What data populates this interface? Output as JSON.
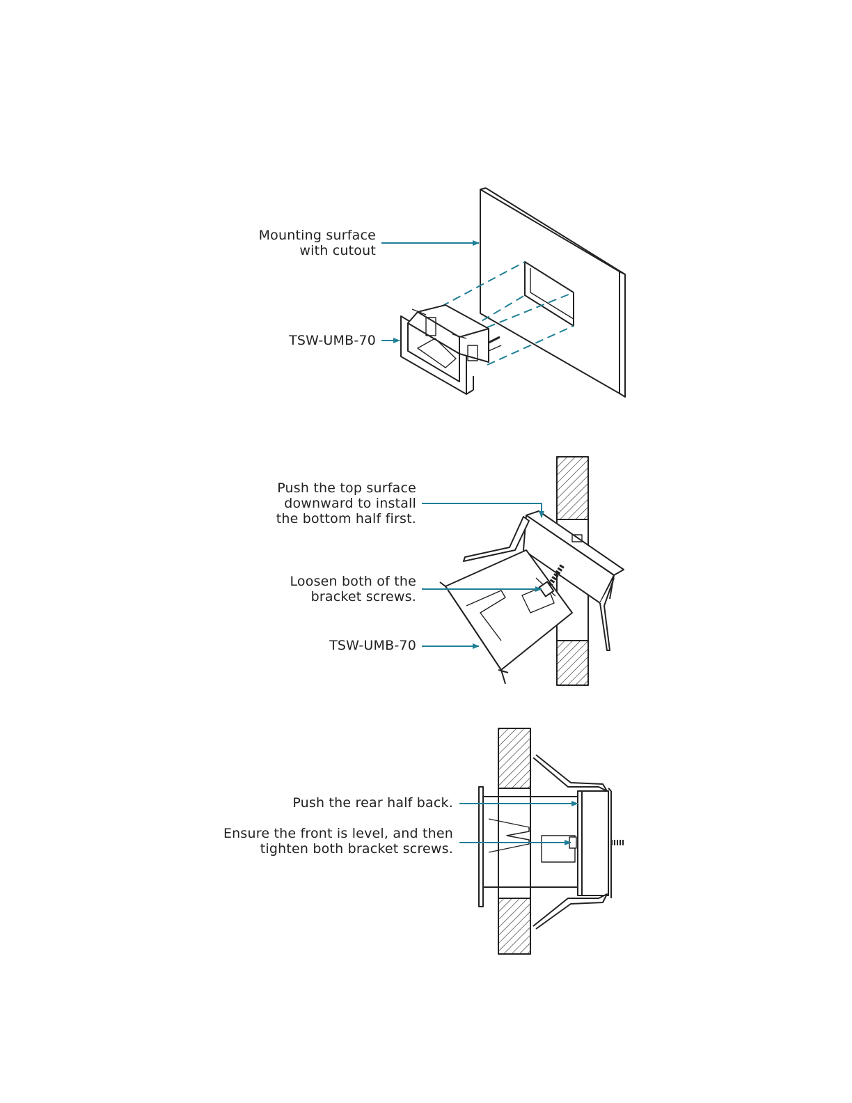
{
  "colors": {
    "line": "#222222",
    "callout": "#1f7f96",
    "background": "#ffffff"
  },
  "figure1": {
    "label_surface": [
      "Mounting surface",
      "with cutout"
    ],
    "label_bracket": "TSW-UMB-70"
  },
  "figure2": {
    "label_push": [
      "Push the top surface",
      "downward to install",
      "the bottom half first."
    ],
    "label_loosen": [
      "Loosen both of the",
      "bracket screws."
    ],
    "label_bracket": "TSW-UMB-70"
  },
  "figure3": {
    "label_push_rear": "Push the rear half back.",
    "label_ensure": [
      "Ensure the front is level, and then",
      "tighten both bracket screws."
    ]
  }
}
